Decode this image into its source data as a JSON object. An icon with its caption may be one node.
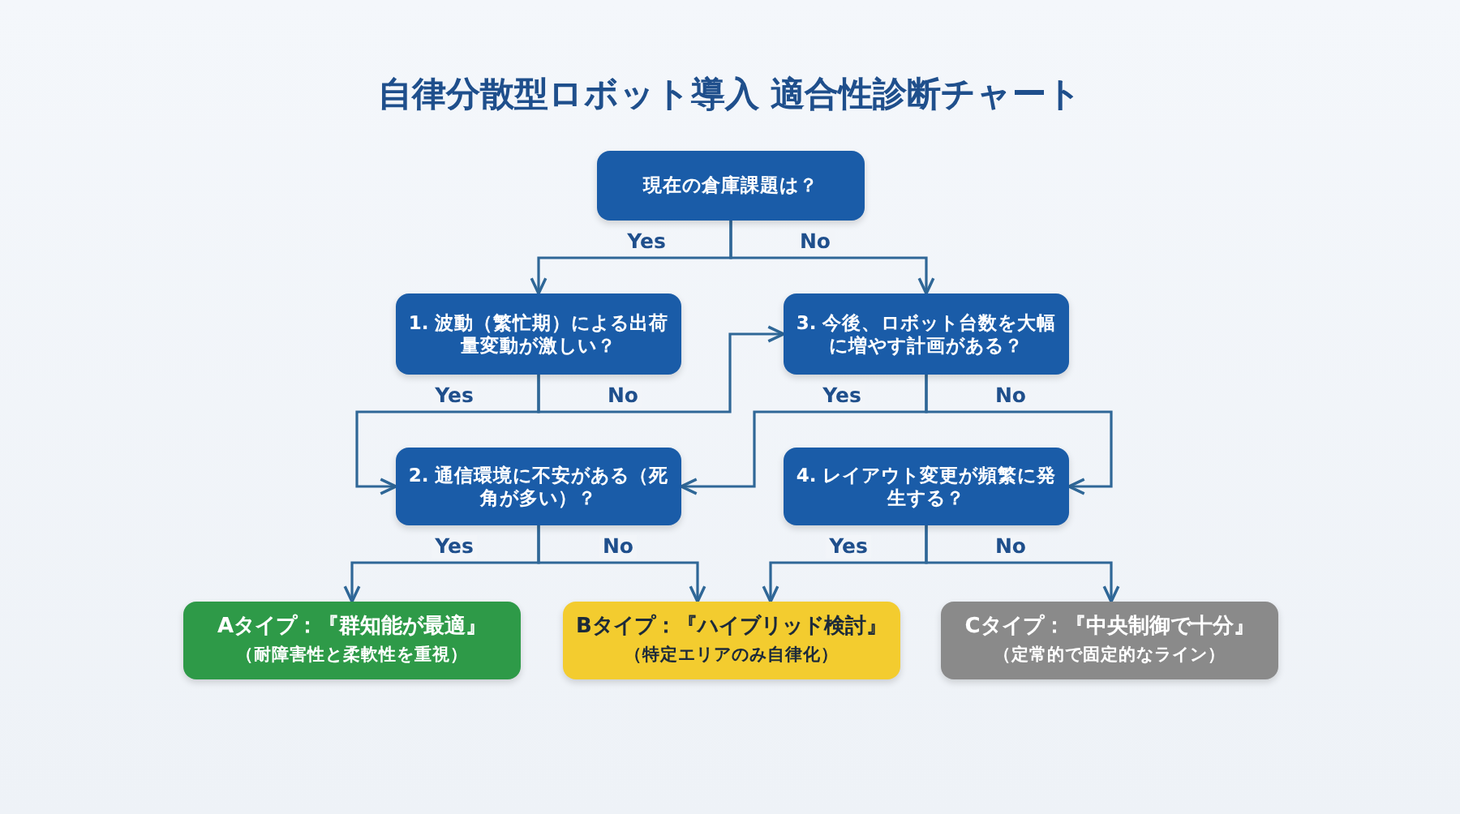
{
  "diagram": {
    "title": "自律分散型ロボット導入 適合性診断チャート",
    "nodes": [
      {
        "text": [
          "現在の倉庫課題は？"
        ]
      },
      {
        "text": [
          "1. 波動（繁忙期）による出荷量変動が激しい？"
        ]
      },
      {
        "text": [
          "3. 今後、ロボット台数を大幅に増やす計画がある？"
        ]
      },
      {
        "text": [
          "2. 通信環境に不安がある（死角が多い）？"
        ]
      },
      {
        "text": [
          "4. レイアウト変更が頻繁に発生する？"
        ]
      },
      {
        "text": [
          "Aタイプ：『群知能が最適』",
          "（耐障害性と柔軟性を重視）"
        ]
      },
      {
        "text": [
          "Bタイプ：『ハイブリッド検討』",
          "（特定エリアのみ自律化）"
        ]
      },
      {
        "text": [
          "Cタイプ：『中央制御で十分』",
          "（定常的で固定的なライン）"
        ]
      }
    ],
    "edges": [
      {
        "from": 0,
        "to": 1,
        "arrow": "to",
        "label": "Yes"
      },
      {
        "from": 0,
        "to": 2,
        "arrow": "to",
        "label": "No"
      },
      {
        "from": 1,
        "to": 3,
        "arrow": "to",
        "label": "Yes"
      },
      {
        "from": 1,
        "to": 2,
        "arrow": "to",
        "label": "No"
      },
      {
        "from": 2,
        "to": 3,
        "arrow": "to",
        "label": "Yes"
      },
      {
        "from": 2,
        "to": 4,
        "arrow": "to",
        "label": "No"
      },
      {
        "from": 3,
        "to": 5,
        "arrow": "to",
        "label": "Yes"
      },
      {
        "from": 3,
        "to": 6,
        "arrow": "to",
        "label": "No"
      },
      {
        "from": 4,
        "to": 6,
        "arrow": "to",
        "label": "Yes"
      },
      {
        "from": 4,
        "to": 7,
        "arrow": "to",
        "label": "No"
      }
    ]
  }
}
